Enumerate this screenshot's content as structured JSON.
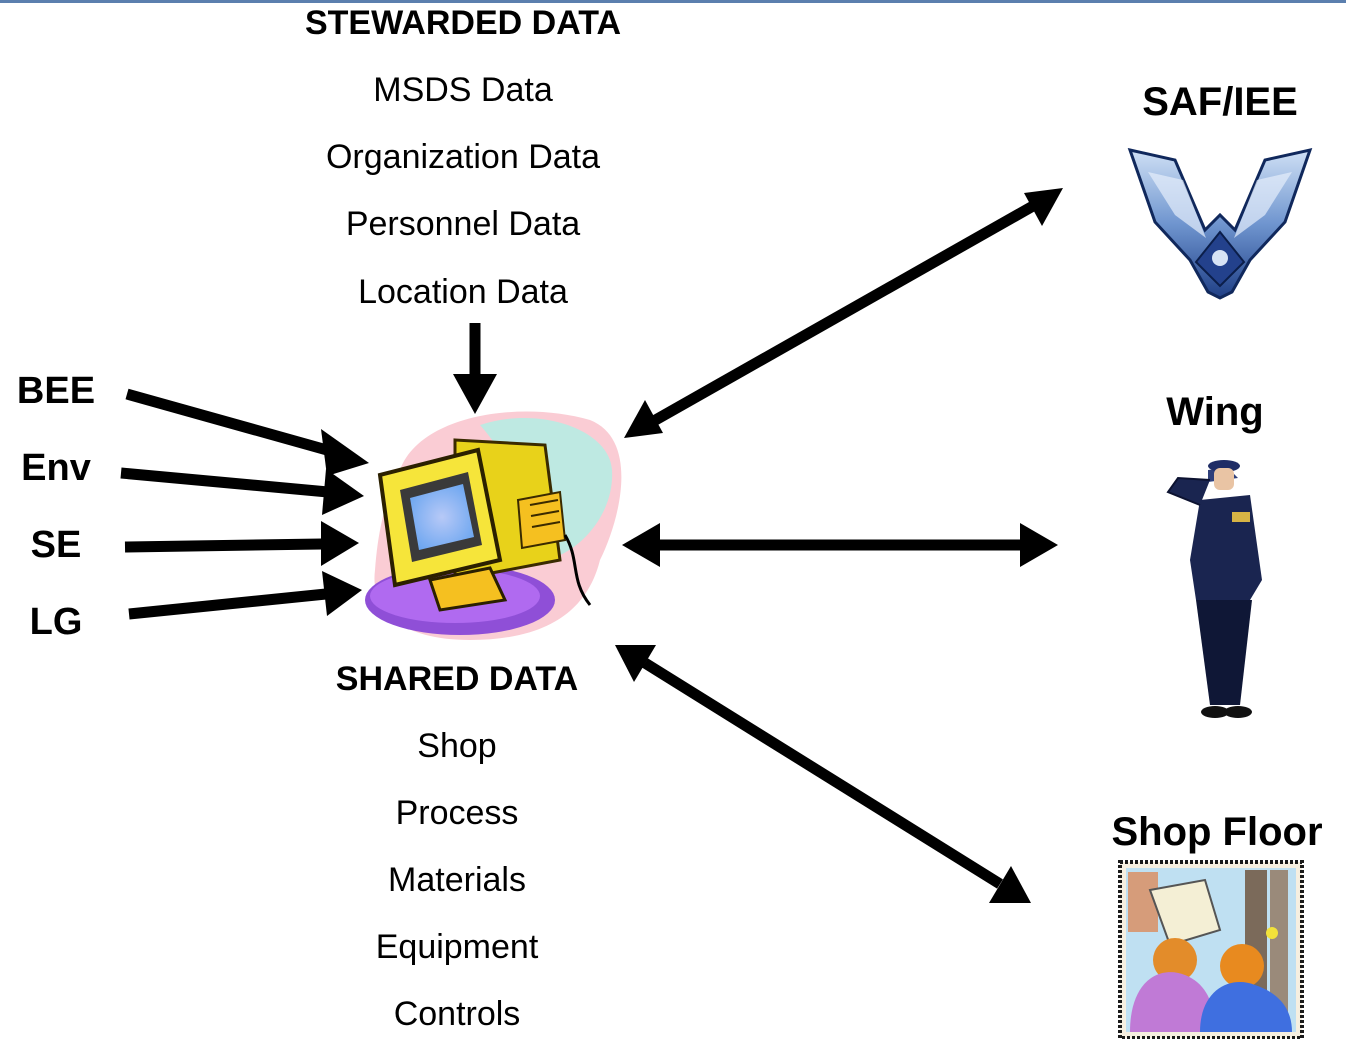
{
  "stewarded": {
    "heading": "STEWARDED DATA",
    "items": [
      "MSDS Data",
      "Organization Data",
      "Personnel Data",
      "Location Data"
    ]
  },
  "shared": {
    "heading": "SHARED DATA",
    "items": [
      "Shop",
      "Process",
      "Materials",
      "Equipment",
      "Controls"
    ]
  },
  "sources": [
    "BEE",
    "Env",
    "SE",
    "LG"
  ],
  "destinations": {
    "saf": "SAF/IEE",
    "wing": "Wing",
    "shop_floor": "Shop Floor"
  }
}
